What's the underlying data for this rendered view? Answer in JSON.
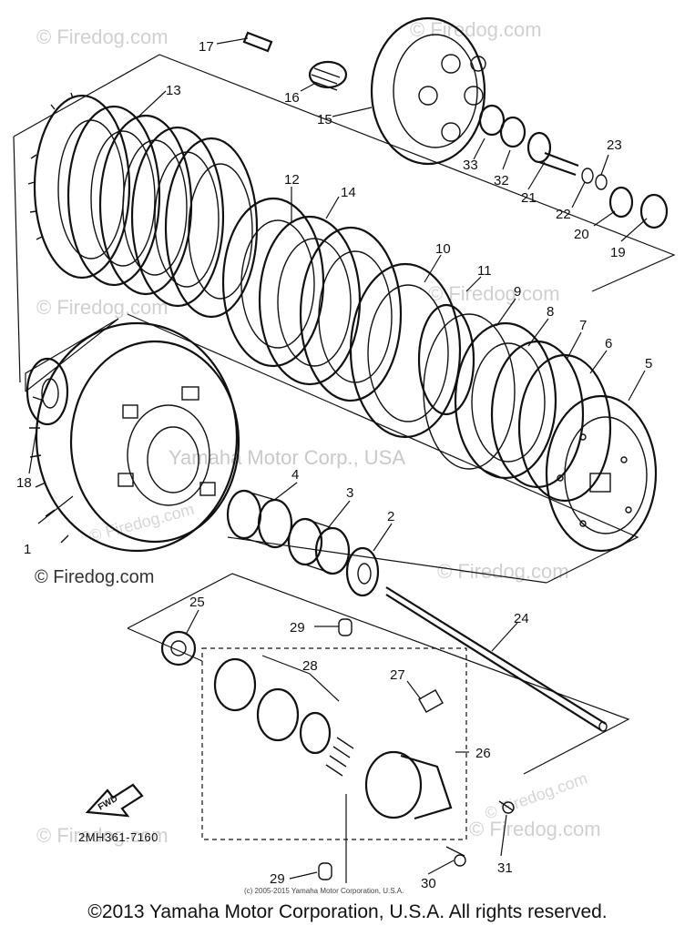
{
  "diagram": {
    "part_code": "2MH361-7160",
    "fwd_label": "FWD",
    "small_copyright": "(c) 2005-2015 Yamaha Motor Corporation, U.S.A.",
    "center_watermark": "Yamaha Motor Corp., USA",
    "watermark_text": "© Firedog.com",
    "callouts": [
      {
        "n": "1"
      },
      {
        "n": "2"
      },
      {
        "n": "3"
      },
      {
        "n": "4"
      },
      {
        "n": "5"
      },
      {
        "n": "6"
      },
      {
        "n": "7"
      },
      {
        "n": "8"
      },
      {
        "n": "9"
      },
      {
        "n": "10"
      },
      {
        "n": "11"
      },
      {
        "n": "12"
      },
      {
        "n": "13"
      },
      {
        "n": "14"
      },
      {
        "n": "15"
      },
      {
        "n": "16"
      },
      {
        "n": "17"
      },
      {
        "n": "18"
      },
      {
        "n": "19"
      },
      {
        "n": "20"
      },
      {
        "n": "21"
      },
      {
        "n": "22"
      },
      {
        "n": "23"
      },
      {
        "n": "24"
      },
      {
        "n": "25"
      },
      {
        "n": "26"
      },
      {
        "n": "27"
      },
      {
        "n": "28"
      },
      {
        "n": "29"
      },
      {
        "n": "29"
      },
      {
        "n": "30"
      },
      {
        "n": "31"
      },
      {
        "n": "32"
      },
      {
        "n": "33"
      }
    ]
  },
  "footer": {
    "copyright": "©2013 Yamaha Motor Corporation, U.S.A. All rights reserved."
  }
}
